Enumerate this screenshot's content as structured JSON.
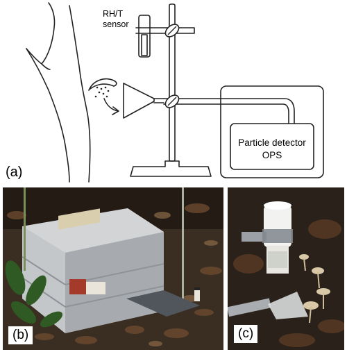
{
  "panel_a": {
    "label": "(a)",
    "sensor_label_line1": "RH/T",
    "sensor_label_line2": "sensor",
    "detector_label_line1": "Particle detector",
    "detector_label_line2": "OPS"
  },
  "panel_b": {
    "label": "(b)"
  },
  "panel_c": {
    "label": "(c)"
  }
}
